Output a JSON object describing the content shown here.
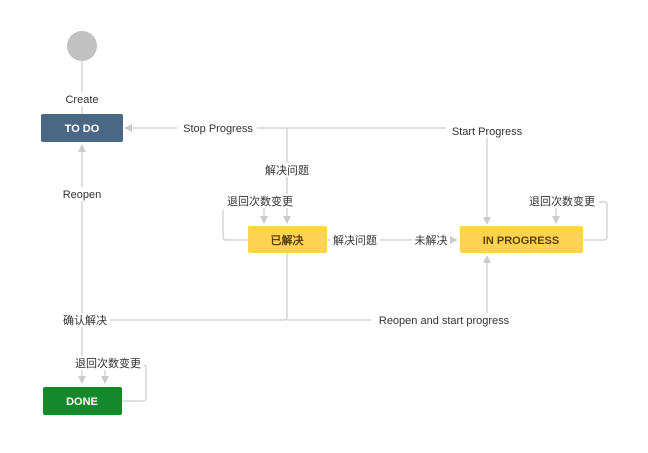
{
  "diagram": {
    "start_label": "Create",
    "statuses": {
      "todo": {
        "label": "TO DO",
        "color": "#4a6785",
        "text_color": "#ffffff"
      },
      "resolved": {
        "label": "已解决",
        "color": "#ffd351",
        "text_color": "#594300"
      },
      "in_progress": {
        "label": "IN PROGRESS",
        "color": "#ffd351",
        "text_color": "#594300"
      },
      "done": {
        "label": "DONE",
        "color": "#14892c",
        "text_color": "#ffffff"
      }
    },
    "transitions": {
      "stop_progress": "Stop Progress",
      "start_progress": "Start Progress",
      "resolve_issue_top": "解决问题",
      "rollback_resolved": "退回次数变更",
      "rollback_in_progress": "退回次数变更",
      "resolve_issue_mid": "解决问题",
      "unresolved": "未解决",
      "reopen": "Reopen",
      "confirm_resolve": "确认解决",
      "reopen_and_start": "Reopen and start progress",
      "rollback_done": "退回次数变更"
    },
    "colors": {
      "line": "#cccccc",
      "start_circle": "#c1c1c1"
    }
  }
}
